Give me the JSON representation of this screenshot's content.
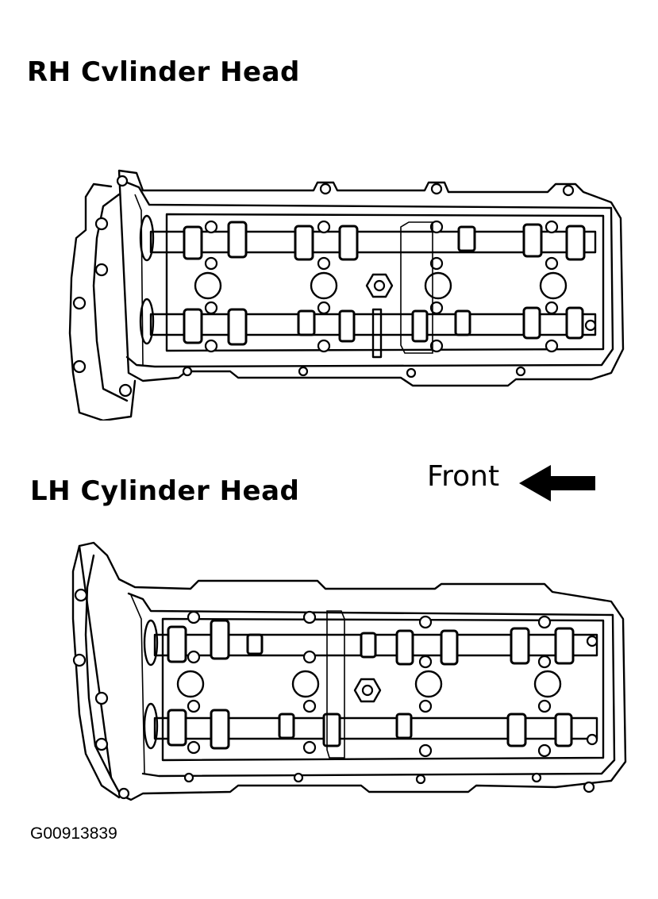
{
  "diagram": {
    "rh_title": "RH Cvlinder Head",
    "lh_title": "LH Cylinder Head",
    "direction_label": "Front",
    "figure_id": "G00913839",
    "direction_arrow_icon": "left-arrow-icon",
    "line_color": "#000000",
    "background_color": "#ffffff"
  }
}
